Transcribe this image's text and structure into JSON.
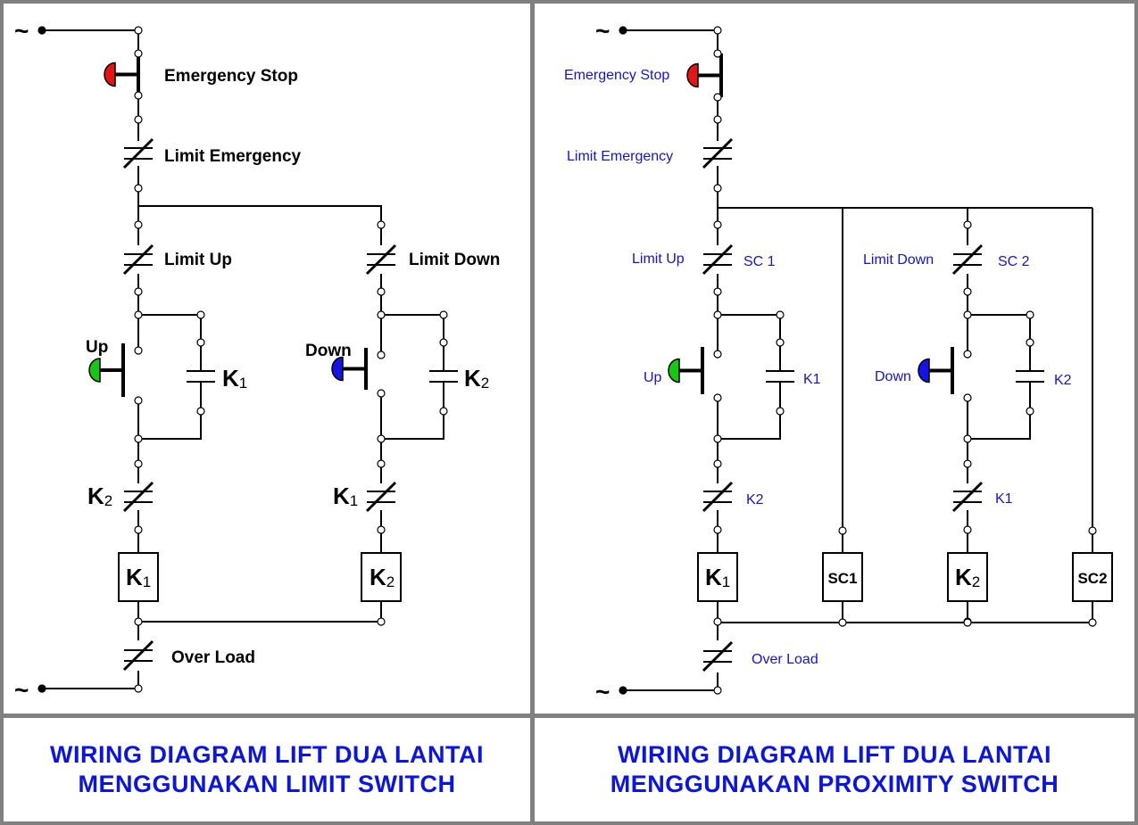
{
  "left": {
    "emergency_stop": "Emergency Stop",
    "limit_emergency": "Limit Emergency",
    "limit_up": "Limit Up",
    "limit_down": "Limit Down",
    "up": "Up",
    "down": "Down",
    "k_letter": "K",
    "sub_1": "1",
    "sub_2": "2",
    "over_load": "Over Load"
  },
  "right": {
    "emergency_stop": "Emergency Stop",
    "limit_emergency": "Limit Emergency",
    "limit_up": "Limit Up",
    "sc1_contact": "SC 1",
    "limit_down": "Limit Down",
    "sc2_contact": "SC 2",
    "up": "Up",
    "k1_contact": "K1",
    "down": "Down",
    "k2_contact": "K2",
    "k2_interlock": "K2",
    "k1_interlock": "K1",
    "k_letter": "K",
    "sub_1": "1",
    "sub_2": "2",
    "sc1_coil": "SC1",
    "sc2_coil": "SC2",
    "over_load": "Over Load"
  },
  "supply_symbol": "~",
  "captions": {
    "left_line1": "WIRING DIAGRAM LIFT DUA LANTAI",
    "left_line2": "MENGGUNAKAN LIMIT SWITCH",
    "right_line1": "WIRING DIAGRAM LIFT DUA LANTAI",
    "right_line2": "MENGGUNAKAN PROXIMITY SWITCH"
  },
  "colors": {
    "caption_text": "#0a14e6",
    "label_blue": "#1414d2",
    "emergency_button": "#e61414",
    "up_button": "#14c814",
    "down_button": "#1414e6",
    "frame": "#808080"
  }
}
